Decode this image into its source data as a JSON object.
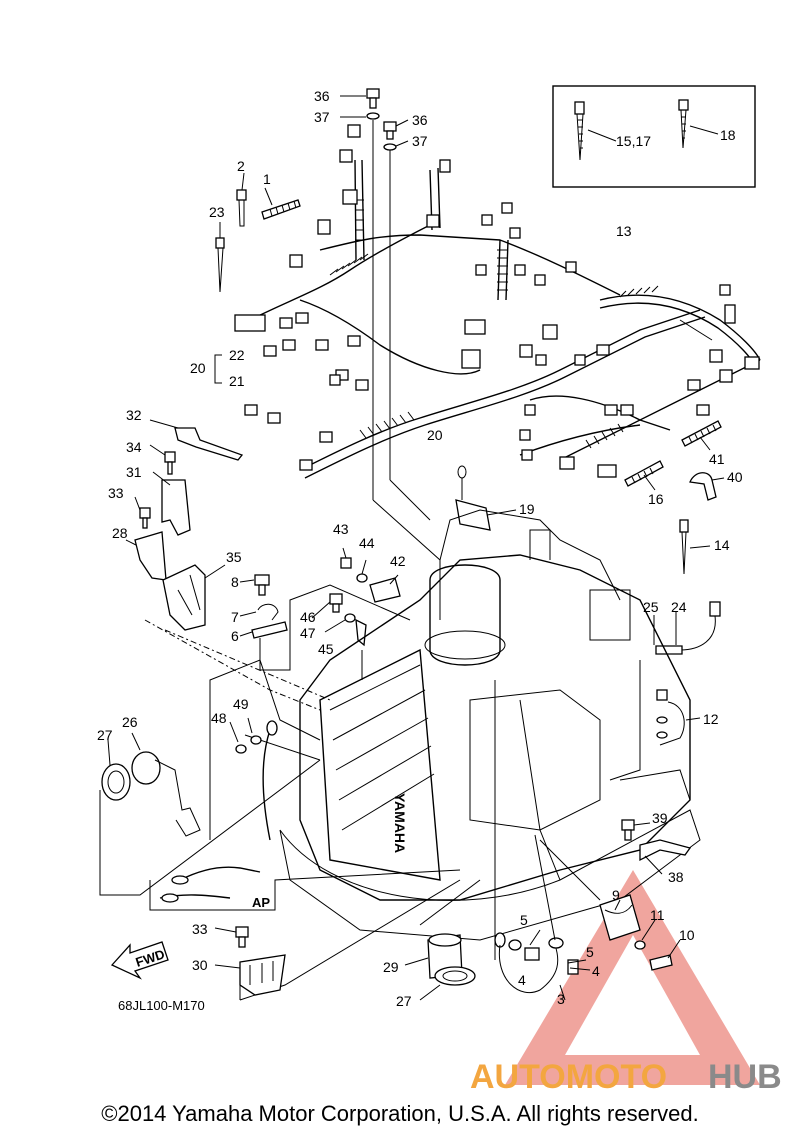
{
  "diagram_code": "68JL100-M170",
  "fwd_label": "FWD",
  "ap_label": "AP",
  "engine_brand_text": "YAMAHA",
  "watermark": {
    "text_a": "AUTOMOTO",
    "text_b": "HUB",
    "color_a": "#f3a640",
    "color_b": "#8a8a8a",
    "triangle_color": "#e35b4f"
  },
  "copyright": "©2014 Yamaha Motor Corporation, U.S.A. All rights reserved.",
  "callouts": [
    {
      "id": "1",
      "text": "1"
    },
    {
      "id": "2",
      "text": "2"
    },
    {
      "id": "3",
      "text": "3"
    },
    {
      "id": "4a",
      "text": "4"
    },
    {
      "id": "4b",
      "text": "4"
    },
    {
      "id": "5a",
      "text": "5"
    },
    {
      "id": "5b",
      "text": "5"
    },
    {
      "id": "6",
      "text": "6"
    },
    {
      "id": "7",
      "text": "7"
    },
    {
      "id": "8",
      "text": "8"
    },
    {
      "id": "9",
      "text": "9"
    },
    {
      "id": "10",
      "text": "10"
    },
    {
      "id": "11",
      "text": "11"
    },
    {
      "id": "12",
      "text": "12"
    },
    {
      "id": "13",
      "text": "13"
    },
    {
      "id": "14",
      "text": "14"
    },
    {
      "id": "15_17",
      "text": "15,17"
    },
    {
      "id": "16",
      "text": "16"
    },
    {
      "id": "18",
      "text": "18"
    },
    {
      "id": "19",
      "text": "19"
    },
    {
      "id": "20a",
      "text": "20"
    },
    {
      "id": "20b",
      "text": "20"
    },
    {
      "id": "21",
      "text": "21"
    },
    {
      "id": "22",
      "text": "22"
    },
    {
      "id": "23",
      "text": "23"
    },
    {
      "id": "24",
      "text": "24"
    },
    {
      "id": "25",
      "text": "25"
    },
    {
      "id": "26",
      "text": "26"
    },
    {
      "id": "27a",
      "text": "27"
    },
    {
      "id": "27b",
      "text": "27"
    },
    {
      "id": "28",
      "text": "28"
    },
    {
      "id": "29",
      "text": "29"
    },
    {
      "id": "30",
      "text": "30"
    },
    {
      "id": "31",
      "text": "31"
    },
    {
      "id": "32",
      "text": "32"
    },
    {
      "id": "33a",
      "text": "33"
    },
    {
      "id": "33b",
      "text": "33"
    },
    {
      "id": "34",
      "text": "34"
    },
    {
      "id": "35",
      "text": "35"
    },
    {
      "id": "36a",
      "text": "36"
    },
    {
      "id": "36b",
      "text": "36"
    },
    {
      "id": "37a",
      "text": "37"
    },
    {
      "id": "37b",
      "text": "37"
    },
    {
      "id": "38",
      "text": "38"
    },
    {
      "id": "39",
      "text": "39"
    },
    {
      "id": "40",
      "text": "40"
    },
    {
      "id": "41",
      "text": "41"
    },
    {
      "id": "42",
      "text": "42"
    },
    {
      "id": "43",
      "text": "43"
    },
    {
      "id": "44",
      "text": "44"
    },
    {
      "id": "45",
      "text": "45"
    },
    {
      "id": "46",
      "text": "46"
    },
    {
      "id": "47",
      "text": "47"
    },
    {
      "id": "48",
      "text": "48"
    },
    {
      "id": "49",
      "text": "49"
    }
  ]
}
